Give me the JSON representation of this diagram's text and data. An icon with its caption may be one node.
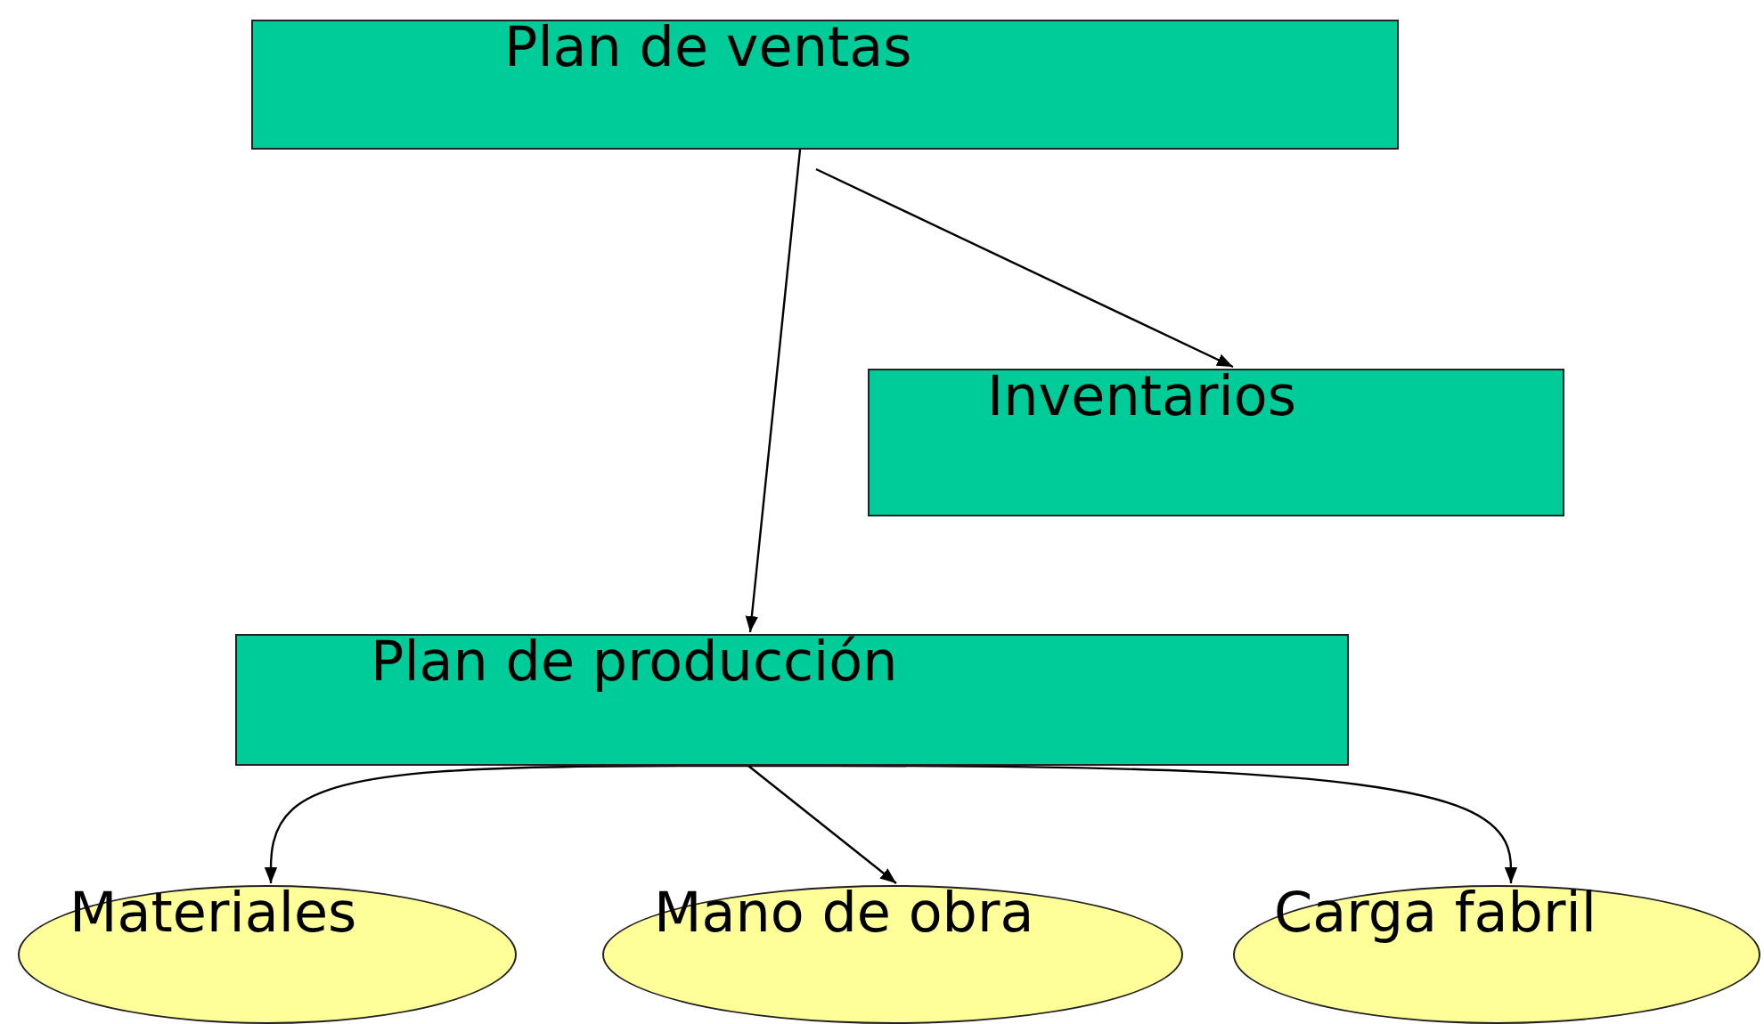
{
  "diagram": {
    "nodes": [
      {
        "text": [
          "Plan de ventas"
        ]
      },
      {
        "text": [
          "Inventarios"
        ]
      },
      {
        "text": [
          "Plan de producción"
        ]
      },
      {
        "text": [
          "Materiales"
        ]
      },
      {
        "text": [
          "Mano de obra"
        ]
      },
      {
        "text": [
          "Carga fabril"
        ]
      }
    ],
    "edges": [
      {
        "from": 0,
        "to": 2,
        "arrow": "to"
      },
      {
        "from": 0,
        "to": 1,
        "arrow": "to"
      },
      {
        "from": 2,
        "to": 3,
        "arrow": "to"
      },
      {
        "from": 2,
        "to": 4,
        "arrow": "to"
      },
      {
        "from": 2,
        "to": 5,
        "arrow": "to"
      }
    ]
  }
}
